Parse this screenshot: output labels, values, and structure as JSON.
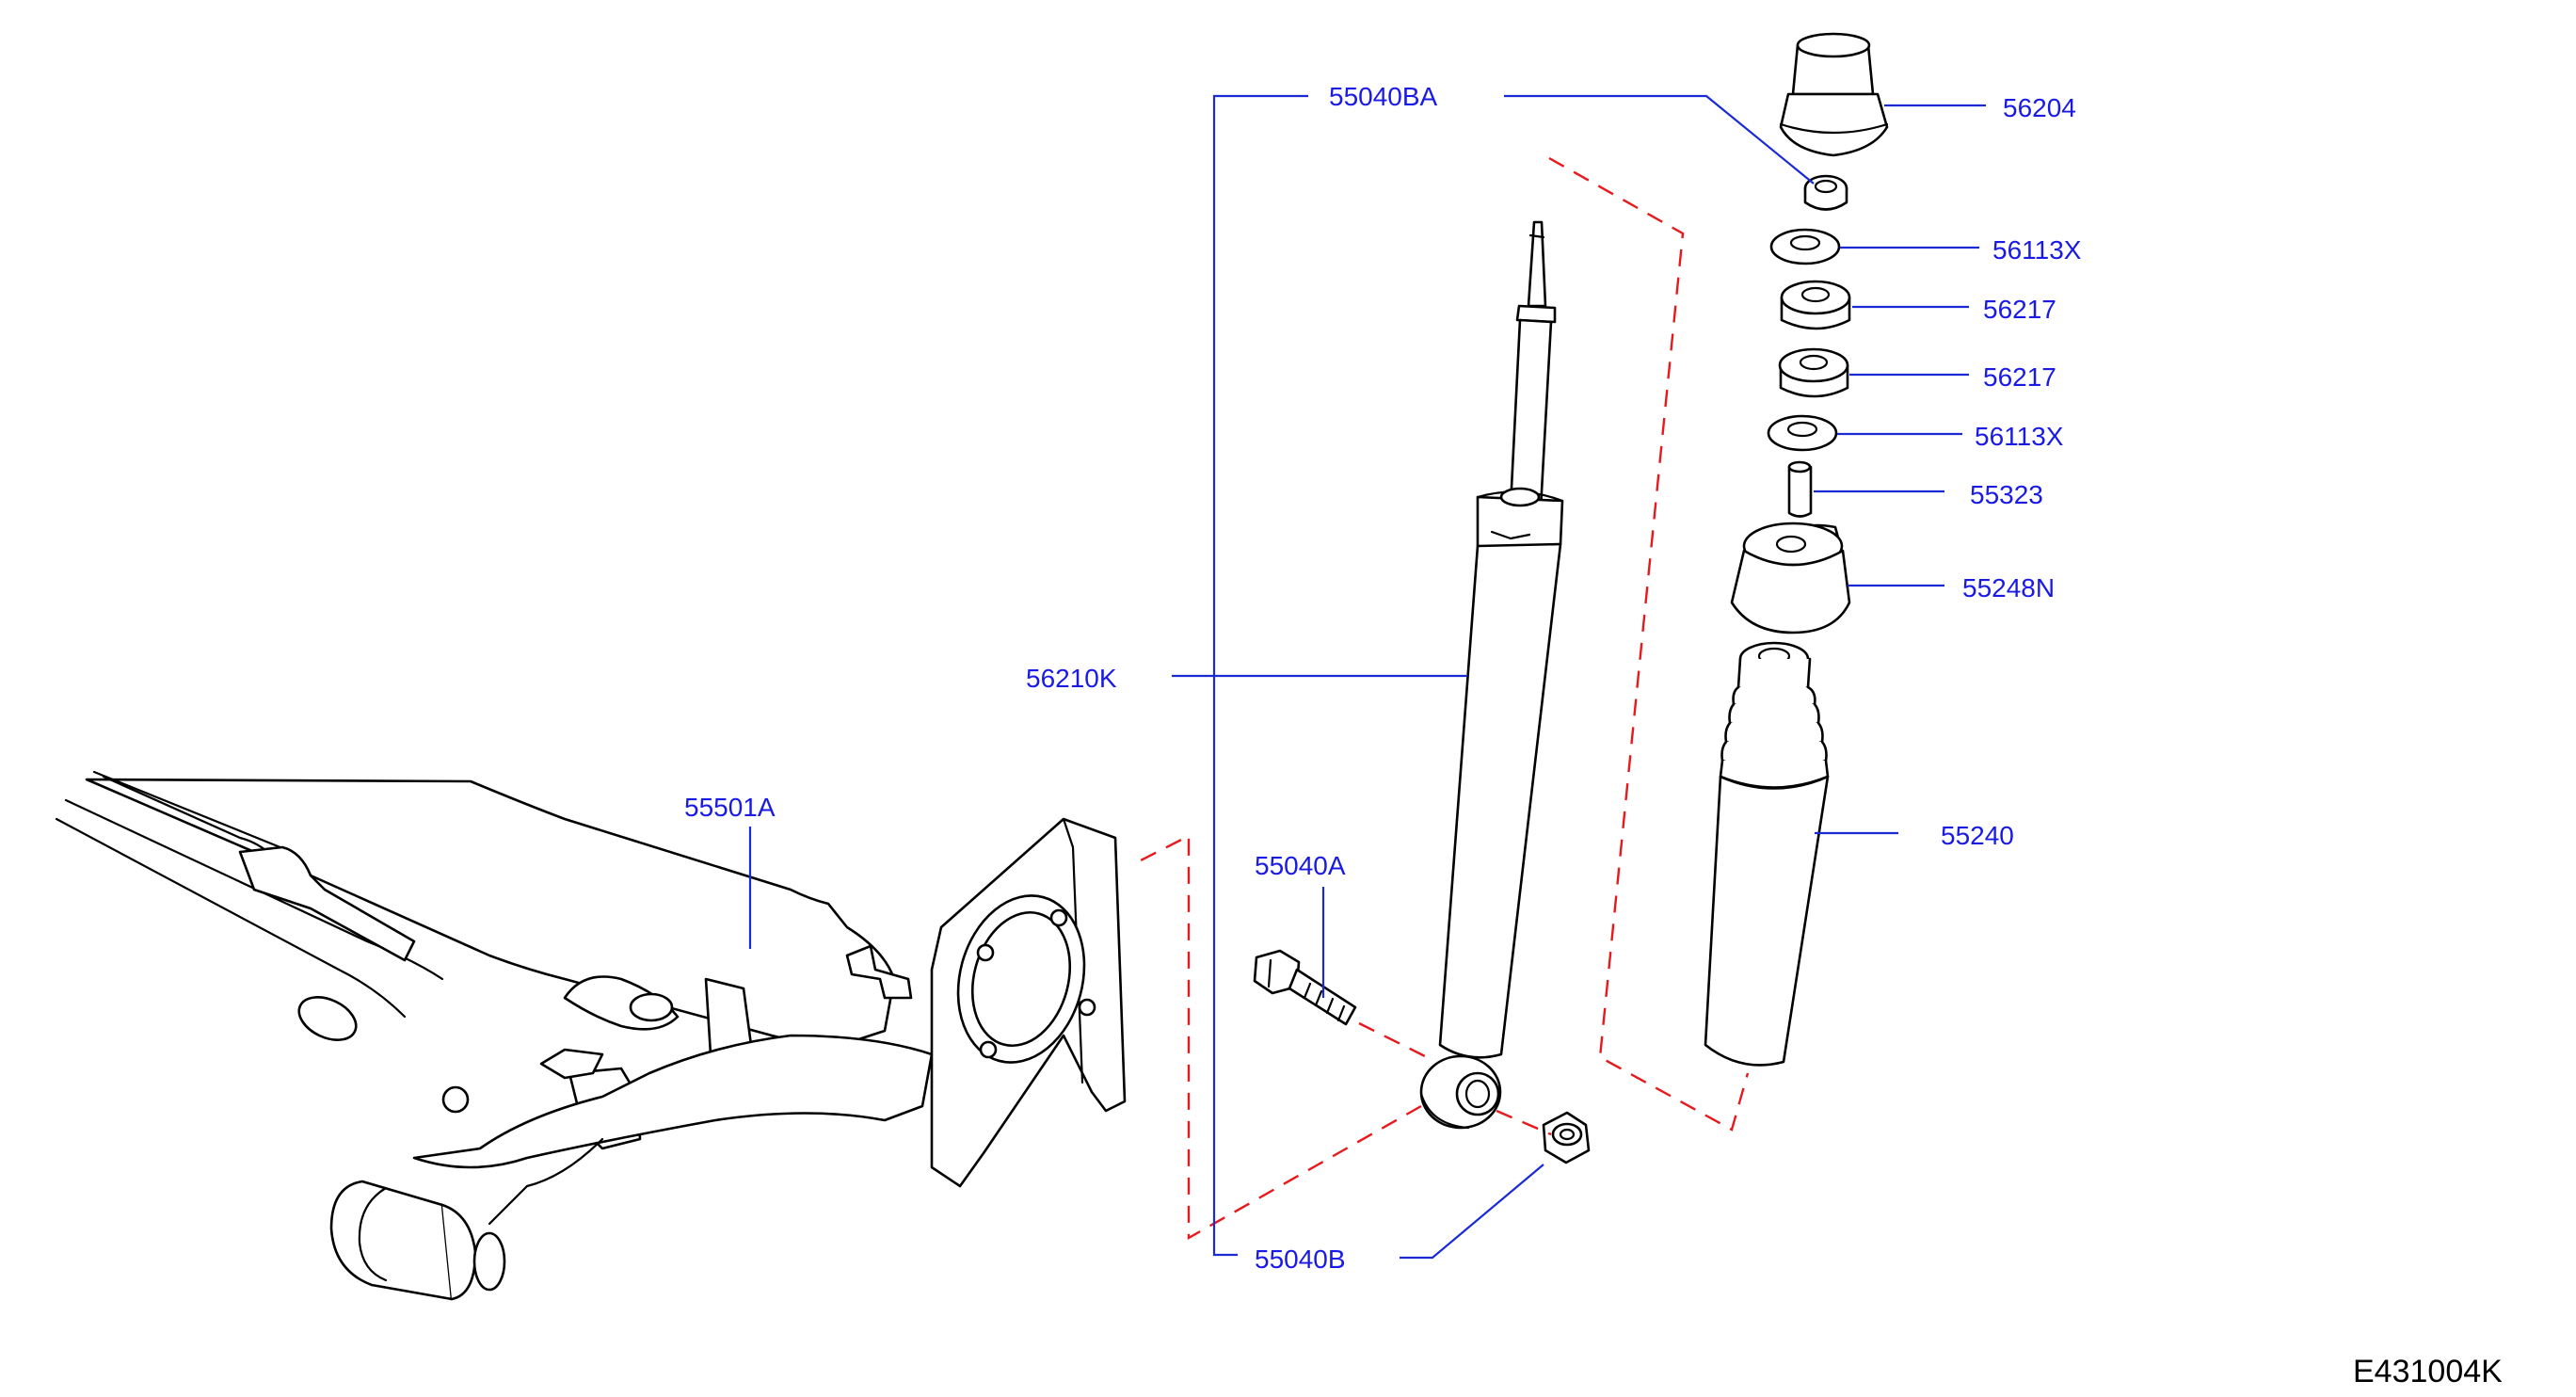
{
  "diagram": {
    "figure_code": "E431004K",
    "colors": {
      "outline": "#000000",
      "leader": "#1a2bd6",
      "callout_text": "#1a1ae6",
      "dashed_guide": "#e8191c",
      "background": "#ffffff"
    },
    "callouts": {
      "c_55040BA": "55040BA",
      "c_56204": "56204",
      "c_56113X_top": "56113X",
      "c_56217_top": "56217",
      "c_56217_bottom": "56217",
      "c_56113X_bottom": "56113X",
      "c_55323": "55323",
      "c_55248N": "55248N",
      "c_56210K": "56210K",
      "c_55240": "55240",
      "c_55501A": "55501A",
      "c_55040A": "55040A",
      "c_55040B": "55040B"
    }
  }
}
